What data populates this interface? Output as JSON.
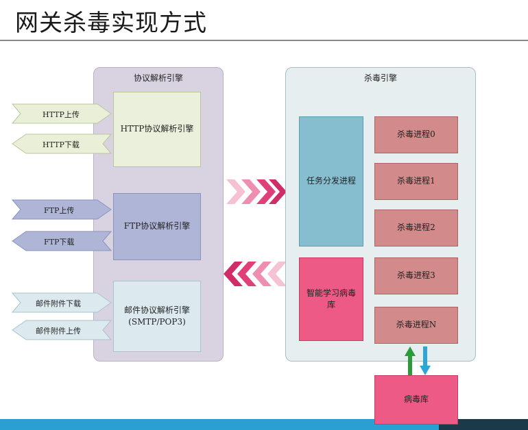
{
  "title": "网关杀毒实现方式",
  "protocol_engine": {
    "title": "协议解析引擎",
    "http": {
      "label": "HTTP协议解析引擎",
      "upload": "HTTP上传",
      "download": "HTTP下载"
    },
    "ftp": {
      "label": "FTP协议解析引擎",
      "upload": "FTP上传",
      "download": "FTP下载"
    },
    "mail": {
      "label_line1": "邮件协议解析引擎",
      "label_line2": "(SMTP/POP3)",
      "download": "邮件附件下载",
      "upload": "邮件附件上传"
    }
  },
  "av_engine": {
    "title": "杀毒引擎",
    "task_dispatch": "任务分发进程",
    "smart_learning_line1": "智能学习病毒",
    "smart_learning_line2": "库",
    "processes": [
      "杀毒进程0",
      "杀毒进程1",
      "杀毒进程2",
      "杀毒进程3",
      "杀毒进程N"
    ]
  },
  "virus_db": "病毒库",
  "colors": {
    "http": "#ebf0dc",
    "ftp": "#aeb5d6",
    "mail": "#dce9ee",
    "accent_pink": "#ee5a86",
    "process": "#d28a8a",
    "task": "#86bed0",
    "arrow_green": "#2e9b3a",
    "arrow_blue": "#2aa7d8"
  }
}
